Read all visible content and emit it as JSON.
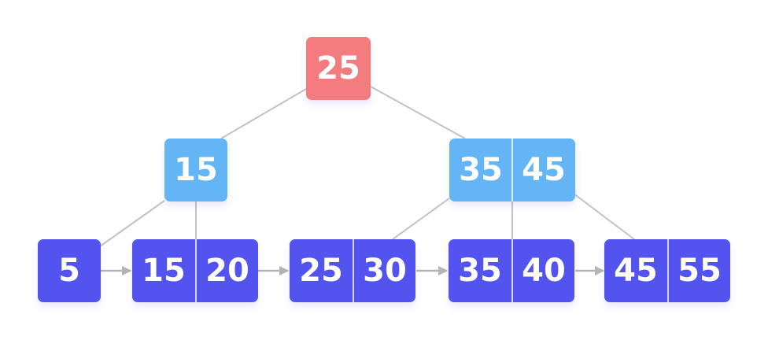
{
  "colors": {
    "root": "#f47c7e",
    "internal": "#64b5f6",
    "leaf": "#5353f0"
  },
  "tree": {
    "root": {
      "keys": [
        "25"
      ]
    },
    "internal": [
      {
        "keys": [
          "15"
        ]
      },
      {
        "keys": [
          "35",
          "45"
        ]
      }
    ],
    "leaves": [
      {
        "keys": [
          "5"
        ]
      },
      {
        "keys": [
          "15",
          "20"
        ]
      },
      {
        "keys": [
          "25",
          "30"
        ]
      },
      {
        "keys": [
          "35",
          "40"
        ]
      },
      {
        "keys": [
          "45",
          "55"
        ]
      }
    ]
  }
}
